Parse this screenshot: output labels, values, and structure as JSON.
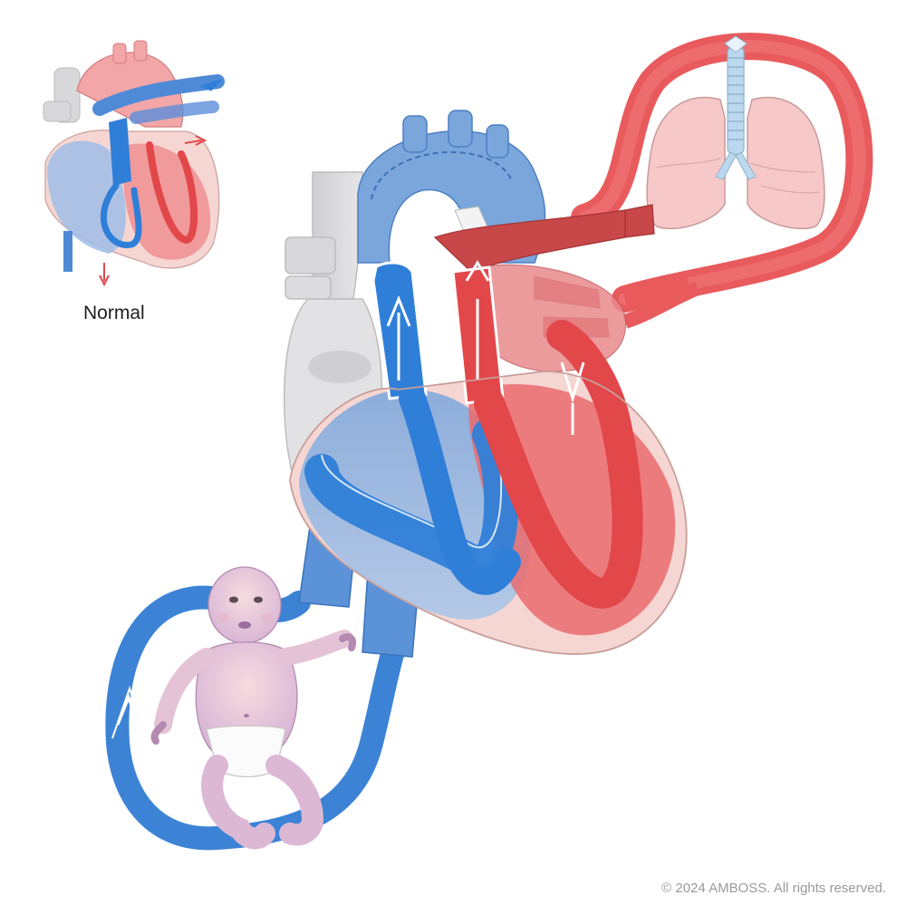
{
  "labels": {
    "normal": "Normal",
    "copyright": "© 2024 AMBOSS. All rights reserved."
  },
  "colors": {
    "deoxygenated_blue": "#2f7fd8",
    "light_blue": "#8fb6e6",
    "oxygenated_red": "#e2474a",
    "light_red": "#f2a6a8",
    "tissue_pink": "#f8dcd8",
    "vessel_grey": "#d8d8da",
    "lung_pink": "#f6c9c8",
    "trachea_blue": "#bcd8ee"
  },
  "icons": {
    "main_heart": "heart-diagram",
    "inset_heart": "heart-diagram-normal",
    "lungs": "lungs",
    "infant": "infant-cyanotic",
    "systemic_loop": "circulation-loop",
    "pulmonary_loop": "circulation-loop"
  }
}
